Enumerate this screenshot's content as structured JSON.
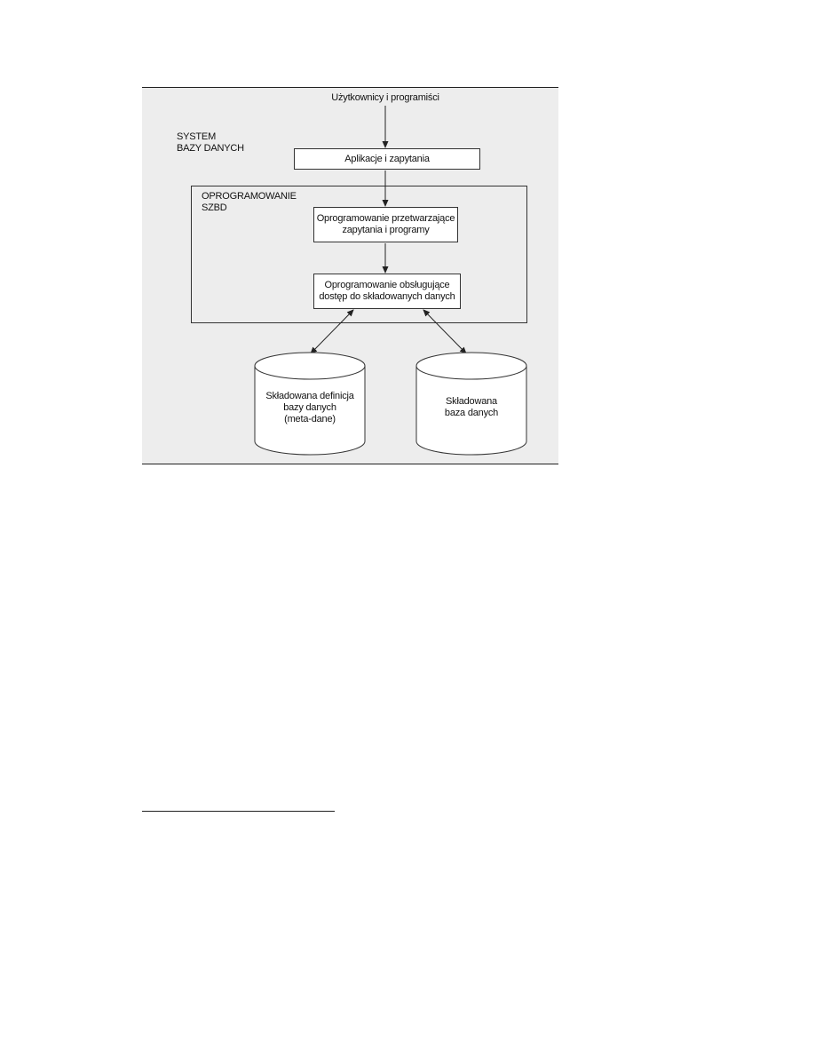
{
  "diagram": {
    "top_label": "Użytkownicy i programiści",
    "system_label": "SYSTEM\nBAZY DANYCH",
    "applications_box": "Aplikacje i zapytania",
    "dbms_label": "OPROGRAMOWANIE\nSZBD",
    "query_processing_box": "Oprogramowanie przetwarzające\nzapytania i programy",
    "data_access_box": "Oprogramowanie obsługujące\ndostęp do składowanych danych",
    "metadata_store": "Składowana definicja\nbazy danych\n(meta-dane)",
    "database_store": "Składowana\nbaza danych"
  },
  "colors": {
    "figure_background": "#ededed",
    "box_fill": "#ffffff",
    "stroke": "#333333"
  }
}
